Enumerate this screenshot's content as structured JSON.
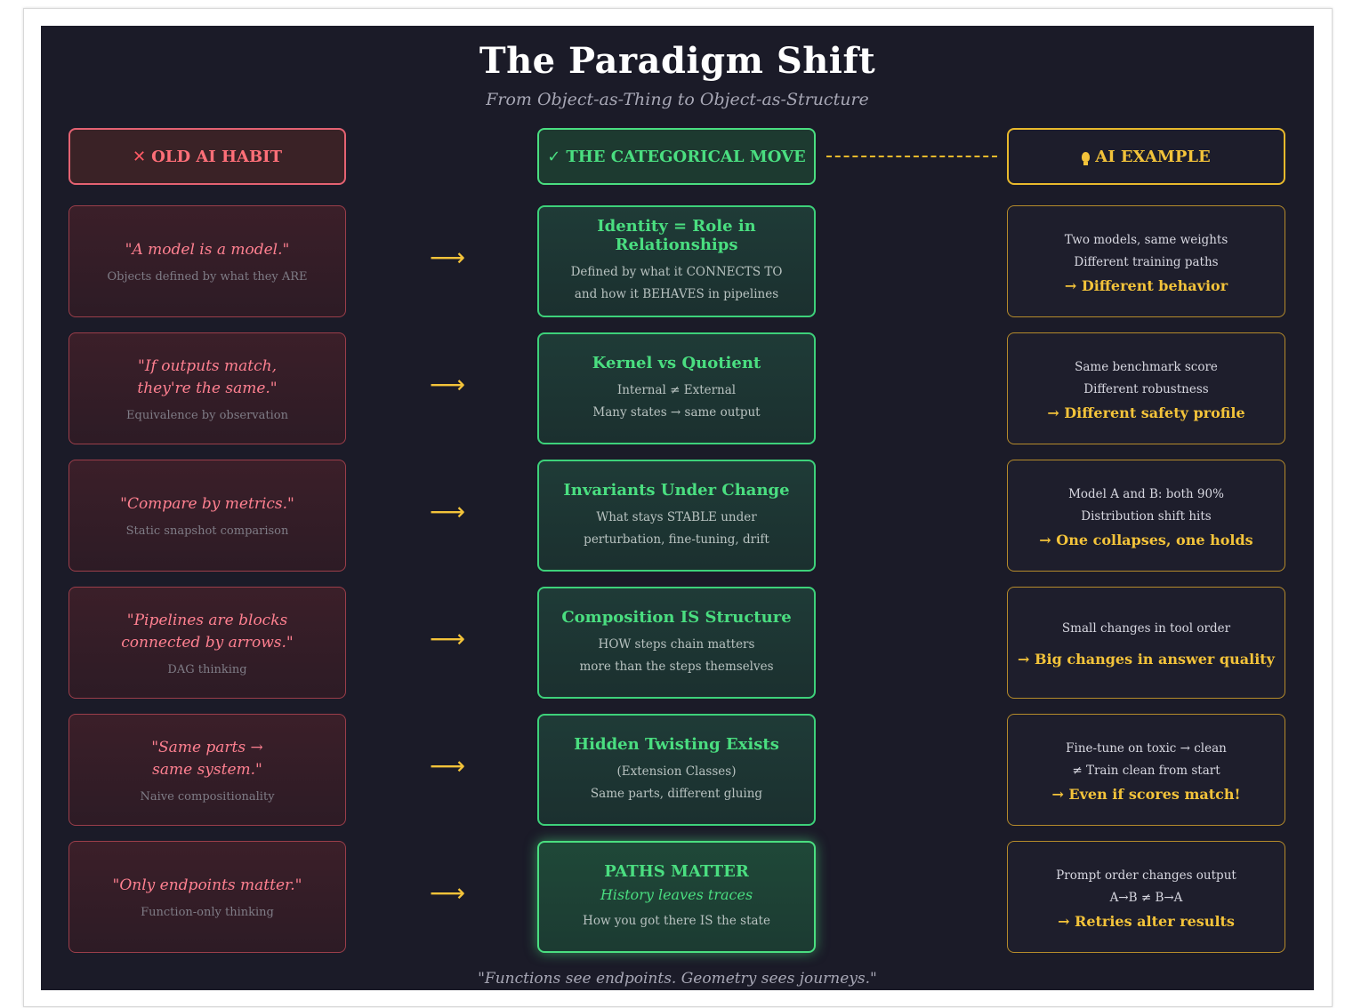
{
  "title": "The Paradigm Shift",
  "subtitle": "From Object-as-Thing to Object-as-Structure",
  "footer": "\"Functions see endpoints. Geometry sees journeys.\"",
  "headers": {
    "old": "OLD AI HABIT",
    "categorical": "THE CATEGORICAL MOVE",
    "example": "AI EXAMPLE"
  },
  "arrow_glyph": "⟶",
  "rows": [
    {
      "old_quote": [
        "\"A model is a model.\""
      ],
      "old_desc": "Objects defined by what they ARE",
      "cat_title": "Identity = Role in Relationships",
      "cat_lines": [
        "Defined by what it CONNECTS TO",
        "and how it BEHAVES in pipelines"
      ],
      "ex_lines": [
        "Two models, same weights",
        "Different training paths"
      ],
      "ex_result": "→ Different behavior"
    },
    {
      "old_quote": [
        "\"If outputs match,",
        "they're the same.\""
      ],
      "old_desc": "Equivalence by observation",
      "cat_title": "Kernel vs Quotient",
      "cat_lines": [
        "Internal ≠ External",
        "Many states → same output"
      ],
      "ex_lines": [
        "Same benchmark score",
        "Different robustness"
      ],
      "ex_result": "→ Different safety profile"
    },
    {
      "old_quote": [
        "\"Compare by metrics.\""
      ],
      "old_desc": "Static snapshot comparison",
      "cat_title": "Invariants Under Change",
      "cat_lines": [
        "What stays STABLE under",
        "perturbation, fine-tuning, drift"
      ],
      "ex_lines": [
        "Model A and B: both 90%",
        "Distribution shift hits"
      ],
      "ex_result": "→ One collapses, one holds"
    },
    {
      "old_quote": [
        "\"Pipelines are blocks",
        "connected by arrows.\""
      ],
      "old_desc": "DAG thinking",
      "cat_title": "Composition IS Structure",
      "cat_lines": [
        "HOW steps chain matters",
        "more than the steps themselves"
      ],
      "ex_lines": [
        "Small changes in tool order"
      ],
      "ex_result": "→ Big changes in answer quality"
    },
    {
      "old_quote": [
        "\"Same parts →",
        "same system.\""
      ],
      "old_desc": "Naive compositionality",
      "cat_title": "Hidden Twisting Exists",
      "cat_lines": [
        "(Extension Classes)",
        "Same parts, different gluing"
      ],
      "ex_lines": [
        "Fine-tune on toxic → clean",
        "≠ Train clean from start"
      ],
      "ex_result": "→ Even if scores match!"
    },
    {
      "old_quote": [
        "\"Only endpoints matter.\""
      ],
      "old_desc": "Function-only thinking",
      "cat_title": "PATHS MATTER",
      "cat_italic": "History leaves traces",
      "cat_lines": [
        "How you got there IS the state"
      ],
      "ex_lines": [
        "Prompt order changes output",
        "A→B ≠ B→A"
      ],
      "ex_result": "→ Retries alter results"
    }
  ]
}
